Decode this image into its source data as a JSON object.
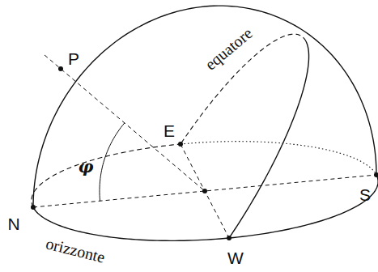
{
  "diagram": {
    "labels": [
      "P",
      "equatore",
      "E",
      "φ",
      "N",
      "S",
      "orizzonte",
      "W"
    ]
  }
}
